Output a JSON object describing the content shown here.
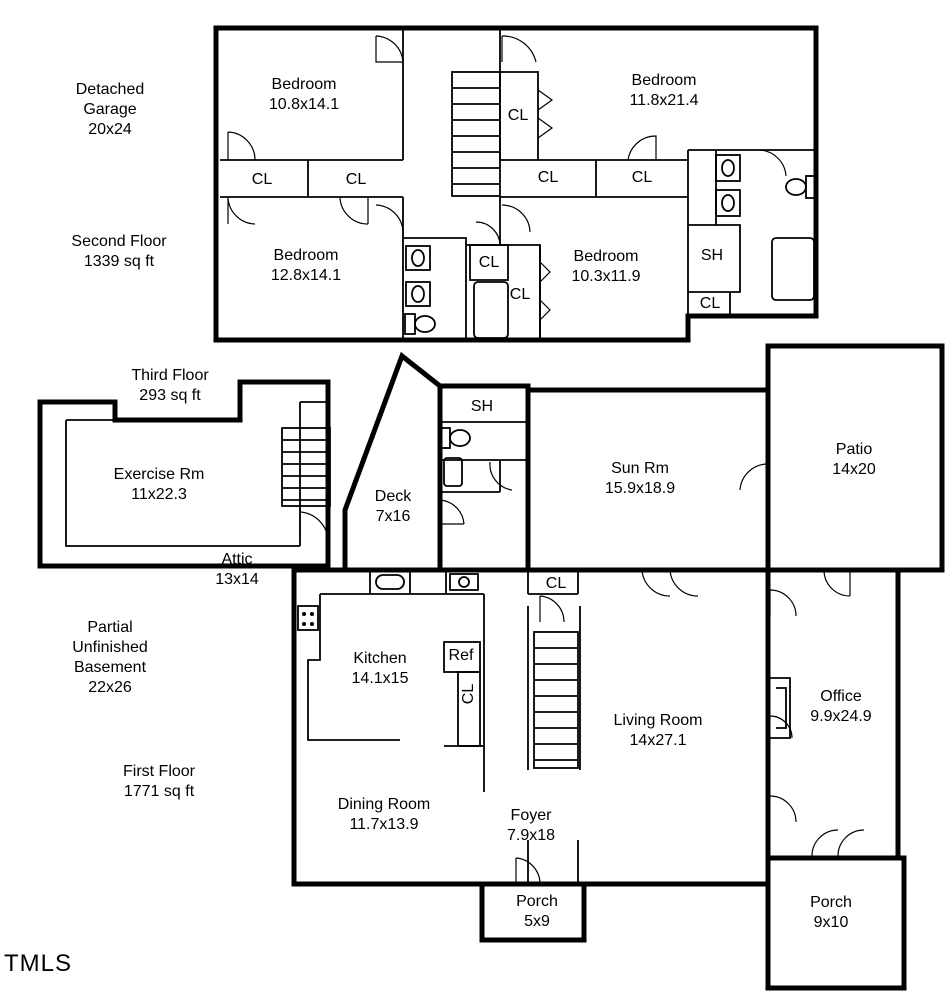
{
  "notes": {
    "garage": [
      "Detached",
      "Garage",
      "20x24"
    ],
    "second_floor": [
      "Second Floor",
      "1339 sq ft"
    ],
    "third_floor": [
      "Third Floor",
      "293 sq ft"
    ],
    "attic": [
      "Attic",
      "13x14"
    ],
    "basement": [
      "Partial",
      "Unfinished",
      "Basement",
      "22x26"
    ],
    "first_floor": [
      "First Floor",
      "1771 sq ft"
    ]
  },
  "rooms": {
    "bedroom_nw": [
      "Bedroom",
      "10.8x14.1"
    ],
    "bedroom_ne": [
      "Bedroom",
      "11.8x21.4"
    ],
    "bedroom_sw": [
      "Bedroom",
      "12.8x14.1"
    ],
    "bedroom_se": [
      "Bedroom",
      "10.3x11.9"
    ],
    "exercise": [
      "Exercise Rm",
      "11x22.3"
    ],
    "deck": [
      "Deck",
      "7x16"
    ],
    "sun": [
      "Sun Rm",
      "15.9x18.9"
    ],
    "patio": [
      "Patio",
      "14x20"
    ],
    "kitchen": [
      "Kitchen",
      "14.1x15"
    ],
    "office": [
      "Office",
      "9.9x24.9"
    ],
    "living": [
      "Living Room",
      "14x27.1"
    ],
    "dining": [
      "Dining Room",
      "11.7x13.9"
    ],
    "foyer": [
      "Foyer",
      "7.9x18"
    ],
    "porch_front": [
      "Porch",
      "5x9"
    ],
    "porch_side": [
      "Porch",
      "9x10"
    ]
  },
  "small_labels": {
    "closet": "CL",
    "shower": "SH",
    "refrigerator": "Ref"
  },
  "logo": "TMLS"
}
